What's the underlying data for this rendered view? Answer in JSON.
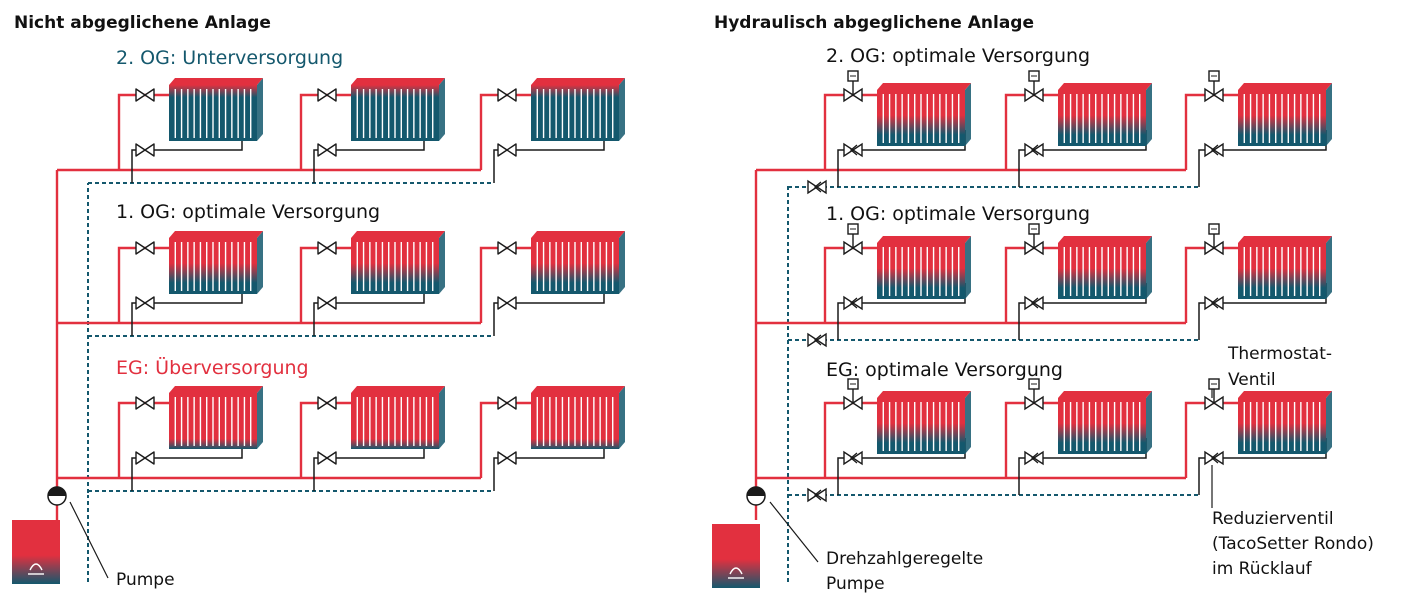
{
  "colors": {
    "supply": "#e2303f",
    "return": "#14586d",
    "line": "#1a1a1a",
    "floor_under": "#14586d",
    "floor_over": "#e2303f",
    "floor_ok": "#111111"
  },
  "left": {
    "title": "Nicht abgeglichene Anlage",
    "floors": [
      {
        "label": "2. OG: Unterversorgung",
        "state": "under"
      },
      {
        "label": "1. OG: optimale Versorgung",
        "state": "ok"
      },
      {
        "label": "EG: Überversorgung",
        "state": "over"
      }
    ],
    "pump_label": "Pumpe"
  },
  "right": {
    "title": "Hydraulisch abgeglichene Anlage",
    "floors": [
      {
        "label": "2. OG: optimale Versorgung",
        "state": "ok"
      },
      {
        "label": "1. OG: optimale Versorgung",
        "state": "ok"
      },
      {
        "label": "EG: optimale Versorgung",
        "state": "ok"
      }
    ],
    "pump_label_lines": [
      "Drehzahlgeregelte",
      "Pumpe"
    ],
    "thermostat_label_lines": [
      "Thermostat-",
      "Ventil"
    ],
    "reducer_label_lines": [
      "Reduzierventil",
      "(TacoSetter Rondo)",
      "im Rücklauf"
    ]
  }
}
